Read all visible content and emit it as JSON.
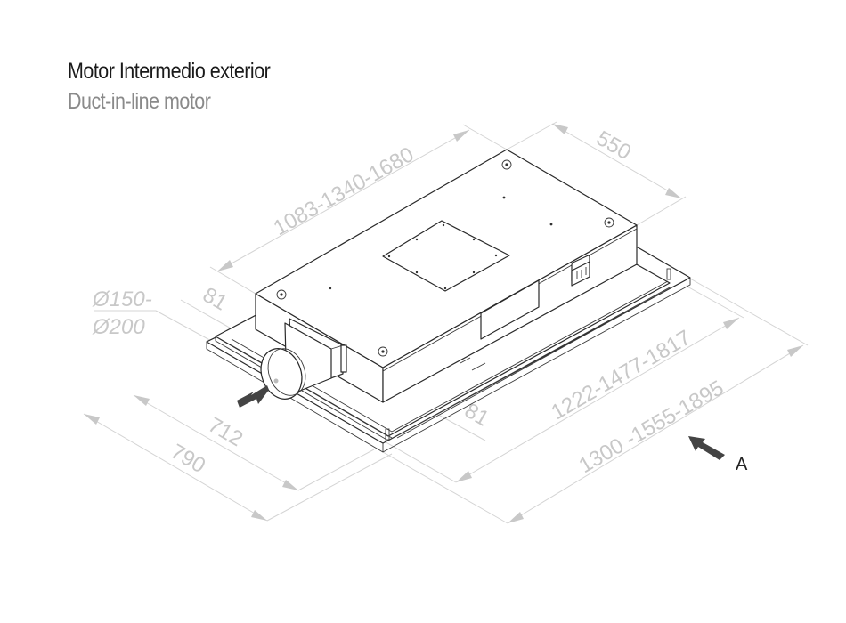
{
  "header": {
    "title": "Motor Intermedio exterior",
    "subtitle": "Duct-in-line motor"
  },
  "diagram": {
    "type": "isometric technical drawing",
    "subject": "Ceiling extractor hood with external in-line duct motor",
    "dimensions": {
      "box_length": "1083-1340-1680",
      "box_width": "550",
      "duct_diameter_line1": "Ø150-",
      "duct_diameter_line2": "Ø200",
      "offset_left": "81",
      "offset_right": "81",
      "inner_depth": "712",
      "outer_depth": "790",
      "inner_length": "1222-1477-1817",
      "outer_length": "1300 -1555-1895"
    },
    "view_marker": "A",
    "colors": {
      "dimension_text": "#c8c8c8",
      "outline": "#2a2a2a",
      "arrow": "#444444",
      "title": "#1a1a1a",
      "subtitle": "#8a8a8a"
    }
  }
}
